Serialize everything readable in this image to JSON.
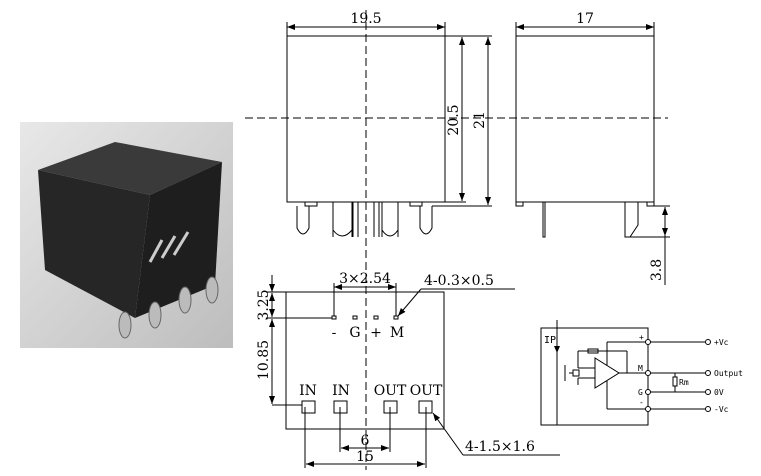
{
  "front_view": {
    "width_dim": "19.5",
    "height_dim_body": "20.5",
    "height_dim_total": "21"
  },
  "side_view": {
    "width_dim": "17",
    "pin_dim": "3.8"
  },
  "bottom_view": {
    "pitch_dim": "3×2.54",
    "small_pin_note": "4-0.3×0.5",
    "top_dim": "3.25",
    "mid_dim": "10.85",
    "small_pin_labels": [
      "-",
      "G",
      "+",
      "M"
    ],
    "pad_labels": [
      "IN",
      "IN",
      "OUT",
      "OUT"
    ],
    "inner_dim": "6",
    "outer_dim": "15",
    "pad_note": "4-1.5×1.6"
  },
  "circuit": {
    "ip_label": "IP",
    "pin_marks": [
      "+",
      "M",
      "G",
      "-"
    ],
    "resistor_label": "Rm",
    "outputs": [
      "+Vc",
      "Output",
      "0V",
      "-Vc"
    ]
  }
}
